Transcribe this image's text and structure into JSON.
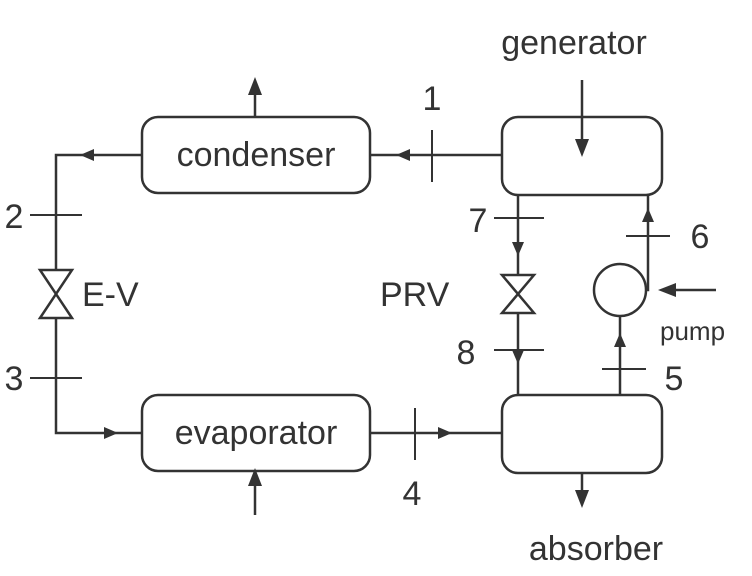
{
  "components": {
    "generator": "generator",
    "condenser": "condenser",
    "evaporator": "evaporator",
    "absorber": "absorber",
    "expansion_valve": "E-V",
    "pressure_reducing_valve": "PRV",
    "pump": "pump"
  },
  "state_points": [
    "1",
    "2",
    "3",
    "4",
    "5",
    "6",
    "7",
    "8"
  ]
}
